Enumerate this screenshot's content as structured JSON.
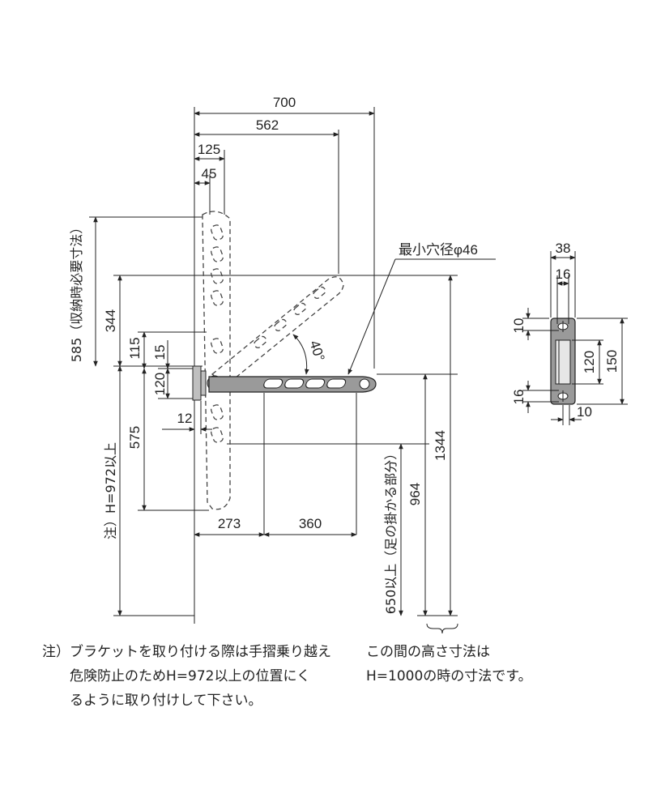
{
  "dimensions": {
    "width_total": "700",
    "width_562": "562",
    "width_125": "125",
    "width_45": "45",
    "height_344": "344",
    "height_115": "115",
    "height_15": "15",
    "height_120": "120",
    "width_12": "12",
    "height_575": "575",
    "length_273": "273",
    "length_360": "360",
    "height_964": "964",
    "height_1344": "1344",
    "angle": "40°",
    "hole_label": "最小穴径φ46"
  },
  "vertical_labels": {
    "storage": "585（収納時必要寸法）",
    "note_h": "注）H=972以上",
    "foot": "650以上（足の掛かる部分）"
  },
  "side_view": {
    "width_38": "38",
    "width_16": "16",
    "height_10_top": "10",
    "height_120": "120",
    "height_150": "150",
    "height_16": "16",
    "width_10": "10"
  },
  "notes": {
    "left_line1": "注）ブラケットを取り付ける際は手摺乗り越え",
    "left_line2": "危険防止のためH=972以上の位置にく",
    "left_line3": "るように取り付けして下さい。",
    "right_line1": "この間の高さ寸法は",
    "right_line2": "H=1000の時の寸法です。"
  }
}
